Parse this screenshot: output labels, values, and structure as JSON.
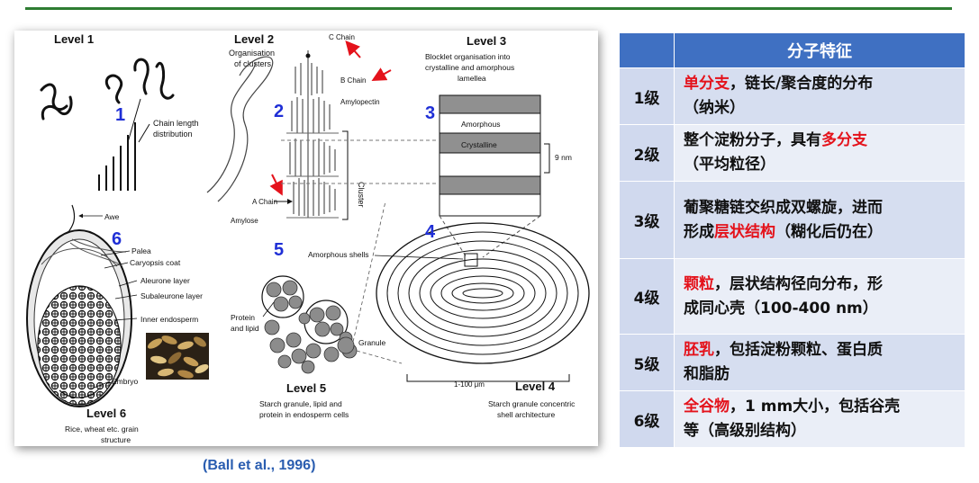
{
  "citation": "(Ball et al., 1996)",
  "figure": {
    "levels": {
      "l1": "Level 1",
      "l2": "Level 2",
      "l3": "Level 3",
      "l4": "Level 4",
      "l5": "Level 5",
      "l6": "Level 6"
    },
    "numbers": [
      "1",
      "2",
      "3",
      "4",
      "5",
      "6"
    ],
    "labels": {
      "chain_length_1": "Chain length",
      "chain_length_2": "distribution",
      "org_1": "Organisation",
      "org_2": "of clusters",
      "c_chain": "C Chain",
      "b_chain": "B Chain",
      "a_chain": "A Chain",
      "amylopectin": "Amylopectin",
      "amylose": "Amylose",
      "cluster": "Cluster",
      "blocklet_1": "Blocklet organisation into",
      "blocklet_2": "crystalline and amorphous",
      "blocklet_3": "lamellea",
      "amorphous": "Amorphous",
      "crystalline": "Crystalline",
      "nine_nm": "9 nm",
      "amorphous_shells": "Amorphous shells",
      "granule": "Granule",
      "size_range": "1-100 μm",
      "l4_cap_1": "Starch granule concentric",
      "l4_cap_2": "shell architecture",
      "protein_1": "Protein",
      "protein_2": "and lipid",
      "l5_cap_1": "Starch granule, lipid and",
      "l5_cap_2": "protein in endosperm cells",
      "awe": "Awe",
      "palea": "Palea",
      "caryopsis": "Caryopsis coat",
      "aleurone": "Aleurone layer",
      "subaleurone": "Subaleurone layer",
      "inner_endosperm": "Inner endosperm",
      "embryo": "Embryo",
      "l6_cap_1": "Rice, wheat etc. grain",
      "l6_cap_2": "structure"
    }
  },
  "table": {
    "header_level": "",
    "header": "分子特征",
    "rows": [
      {
        "level": "1级",
        "line1": [
          {
            "t": "单分支",
            "red": true
          },
          {
            "t": "，链长/聚合度的分布"
          }
        ],
        "line2": [
          {
            "t": "（纳米）"
          }
        ]
      },
      {
        "level": "2级",
        "line1": [
          {
            "t": "整个淀粉分子，具有"
          },
          {
            "t": "多分支",
            "red": true
          }
        ],
        "line2": [
          {
            "t": "（平均粒径）"
          }
        ]
      },
      {
        "level": "3级",
        "line1": [
          {
            "t": "葡聚糖链交织成双螺旋，进而"
          }
        ],
        "line2": [
          {
            "t": "形成"
          },
          {
            "t": "层状结构",
            "red": true
          },
          {
            "t": "（糊化后仍在）"
          }
        ]
      },
      {
        "level": "4级",
        "line1": [
          {
            "t": "颗粒",
            "red": true
          },
          {
            "t": "，层状结构径向分布，形"
          }
        ],
        "line2": [
          {
            "t": "成同心壳（100-400 nm）"
          }
        ]
      },
      {
        "level": "5级",
        "line1": [
          {
            "t": "胚乳",
            "red": true
          },
          {
            "t": "，包括淀粉颗粒、蛋白质"
          }
        ],
        "line2": [
          {
            "t": "和脂肪"
          }
        ]
      },
      {
        "level": "6级",
        "line1": [
          {
            "t": "全谷物",
            "red": true
          },
          {
            "t": "，1 mm大小，包括谷壳"
          }
        ],
        "line2": [
          {
            "t": "等（高级别结构）"
          }
        ]
      }
    ]
  },
  "colors": {
    "accent_green": "#2e7d32",
    "header_blue": "#3f70c2",
    "highlight_red": "#e4121b",
    "number_blue": "#1f2fd6"
  }
}
